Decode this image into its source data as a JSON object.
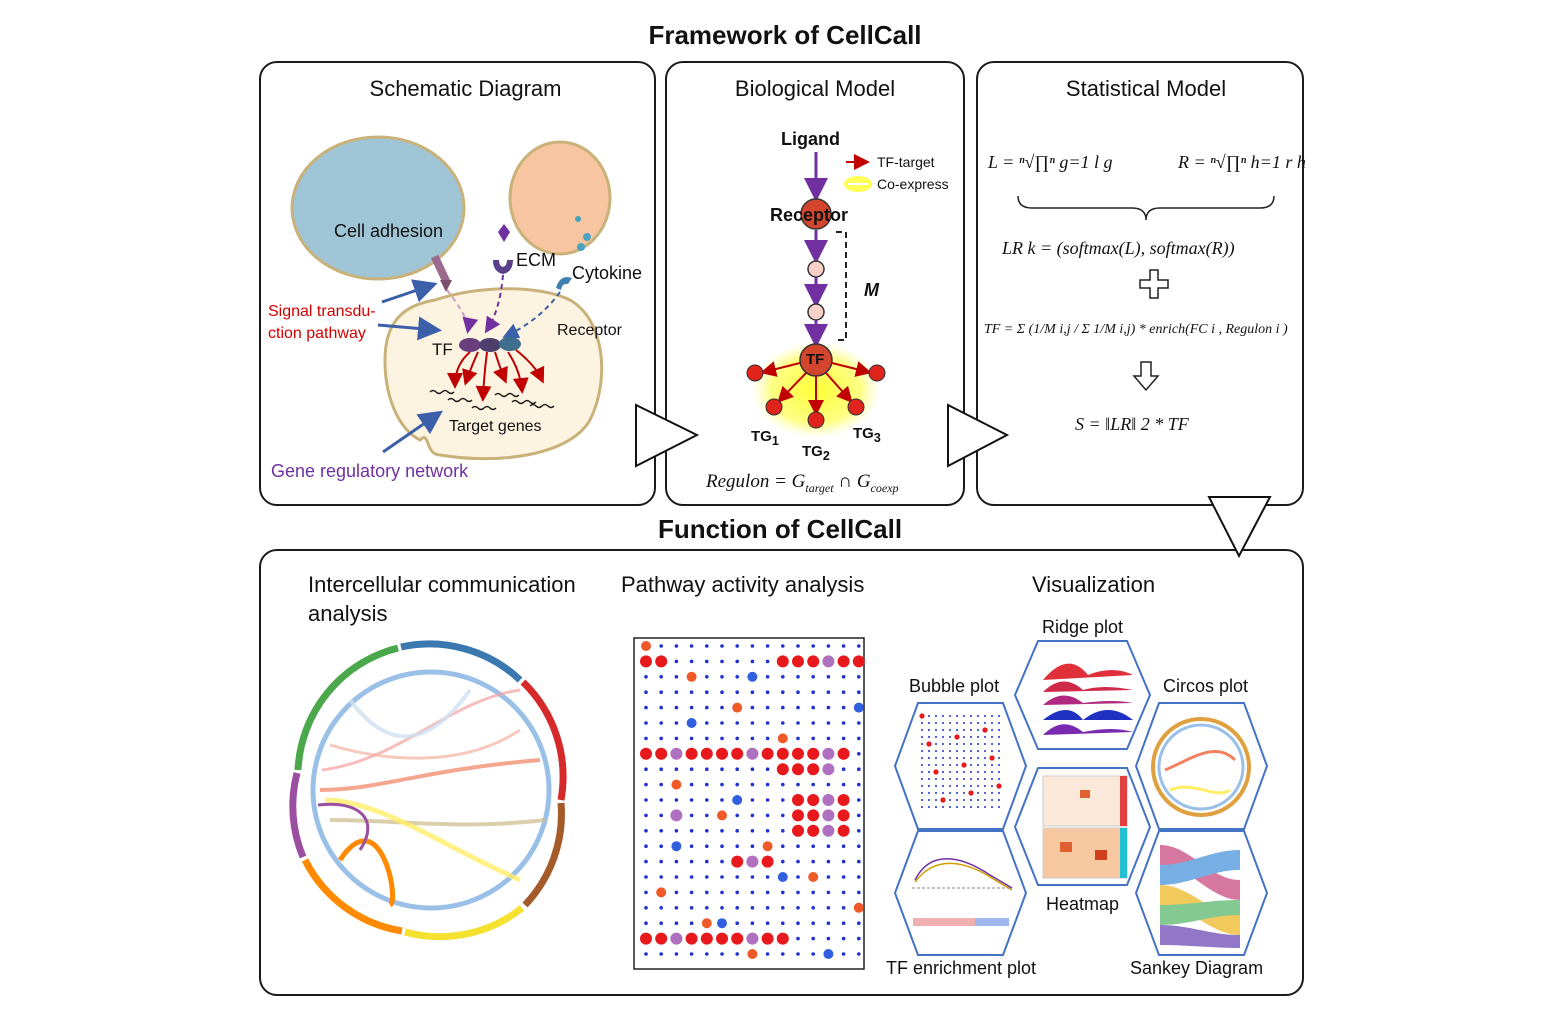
{
  "top_title": "Framework of CellCall",
  "bottom_title": "Function of CellCall",
  "schematic": {
    "title": "Schematic Diagram",
    "cell_adhesion": "Cell adhesion",
    "ecm": "ECM",
    "cytokine": "Cytokine",
    "receptor": "Receptor",
    "signal_line1": "Signal transdu-",
    "signal_line2": "ction pathway",
    "tf": "TF",
    "target_genes": "Target genes",
    "grn": "Gene regulatory network",
    "colors": {
      "signal": "#d40000",
      "grn": "#7030a0",
      "adhesion_cell": "#9fc4d6",
      "ecm_cell": "#f7c59f",
      "main_cell": "#fdf3e1"
    }
  },
  "biological": {
    "title": "Biological Model",
    "ligand": "Ligand",
    "receptor": "Receptor",
    "m_label": "M",
    "tf": "TF",
    "legend_tf_target": "TF-target",
    "legend_coexpress": "Co-express",
    "tg1": "TG",
    "tg1_sub": "1",
    "tg2": "TG",
    "tg2_sub": "2",
    "tg3": "TG",
    "tg3_sub": "3",
    "regulon_lhs": "Regulon",
    "regulon_eq": "= G",
    "regulon_sub1": "target",
    "regulon_cap": "∩ G",
    "regulon_sub2": "coexp"
  },
  "statistical": {
    "title": "Statistical Model",
    "l_formula": "L = ⁿ√∏ⁿ g=1 l g",
    "r_formula": "R = ⁿ√∏ⁿ h=1 r h",
    "lr_formula": "LR k = (softmax(L), softmax(R))",
    "tf_formula": "TF = Σ (1/M i,j / Σ 1/M i,j) * enrich(FC i , Regulon i )",
    "s_formula": "S = ‖LR‖ 2 * TF"
  },
  "function": {
    "intercellular_line1": "Intercellular communication",
    "intercellular_line2": "analysis",
    "pathway": "Pathway activity analysis",
    "visualization": "Visualization",
    "ridge": "Ridge plot",
    "bubble": "Bubble plot",
    "circos": "Circos plot",
    "heatmap": "Heatmap",
    "tf_enrichment": "TF enrichment plot",
    "sankey": "Sankey Diagram"
  }
}
